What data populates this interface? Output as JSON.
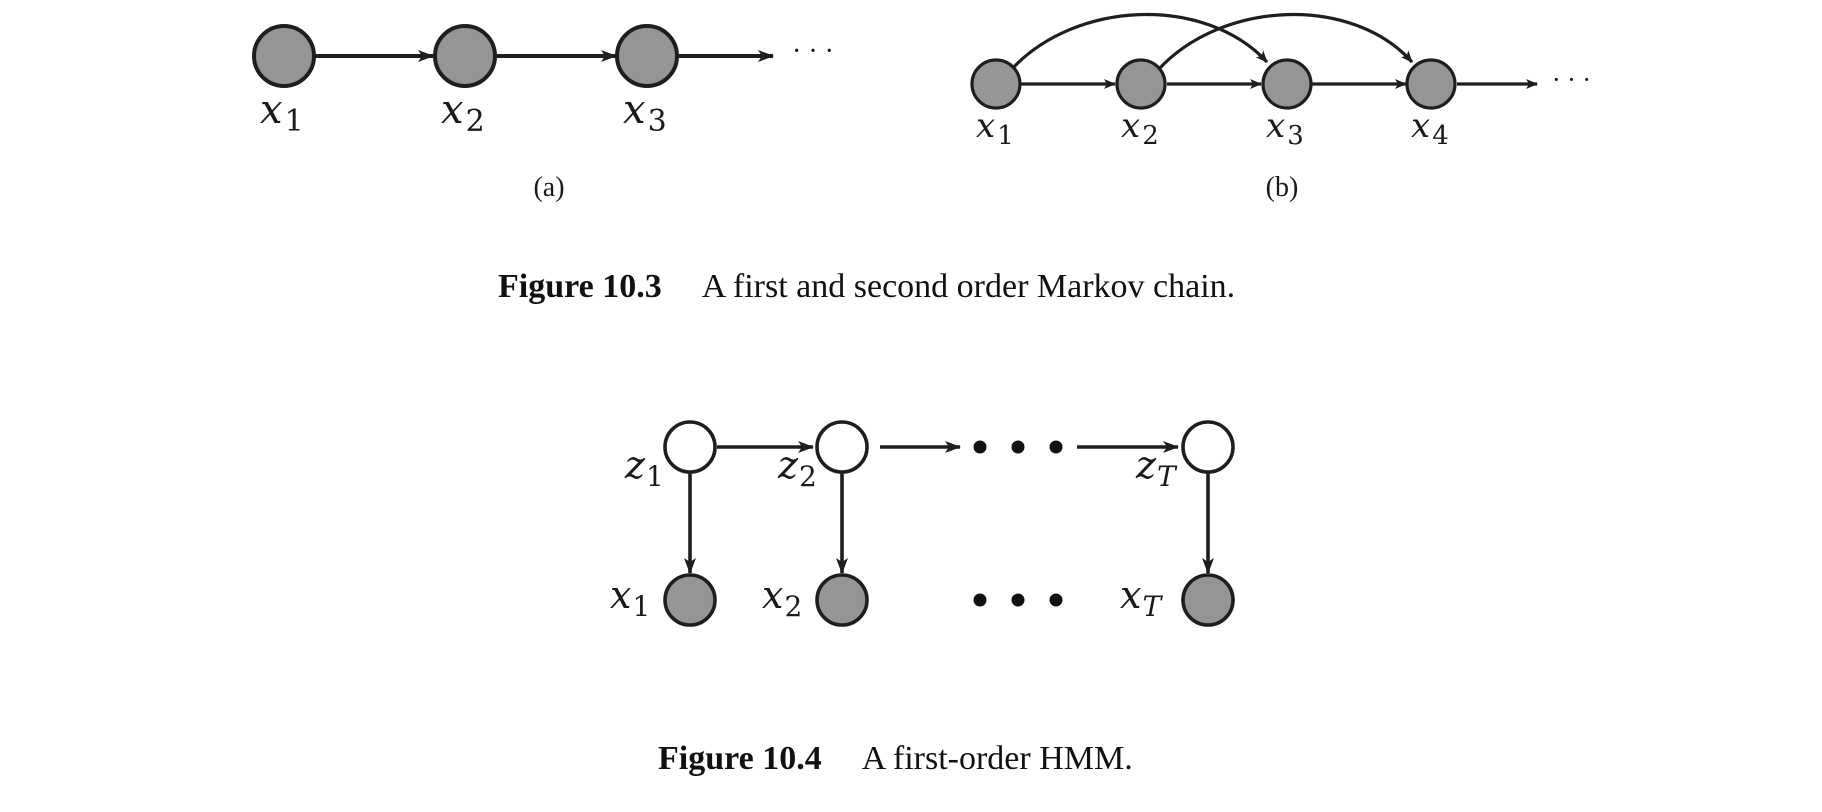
{
  "figure_10_3": {
    "panel_a": {
      "node_labels": [
        {
          "var": "x",
          "sub": "1"
        },
        {
          "var": "x",
          "sub": "2"
        },
        {
          "var": "x",
          "sub": "3"
        }
      ],
      "ellipsis": "· · ·",
      "sublabel": "(a)"
    },
    "panel_b": {
      "node_labels": [
        {
          "var": "x",
          "sub": "1"
        },
        {
          "var": "x",
          "sub": "2"
        },
        {
          "var": "x",
          "sub": "3"
        },
        {
          "var": "x",
          "sub": "4"
        }
      ],
      "ellipsis": "· · ·",
      "sublabel": "(b)"
    },
    "caption": {
      "label": "Figure 10.3",
      "text": "A first and second order Markov chain."
    }
  },
  "figure_10_4": {
    "hidden_labels": [
      {
        "var": "z",
        "sub": "1"
      },
      {
        "var": "z",
        "sub": "2"
      },
      {
        "var": "z",
        "sub": "T"
      }
    ],
    "observed_labels": [
      {
        "var": "x",
        "sub": "1"
      },
      {
        "var": "x",
        "sub": "2"
      },
      {
        "var": "x",
        "sub": "T"
      }
    ],
    "caption": {
      "label": "Figure 10.4",
      "text": "A first-order HMM."
    }
  },
  "colors": {
    "observed_fill": "#959595",
    "hidden_fill": "#ffffff",
    "stroke": "#1e1e1e"
  }
}
